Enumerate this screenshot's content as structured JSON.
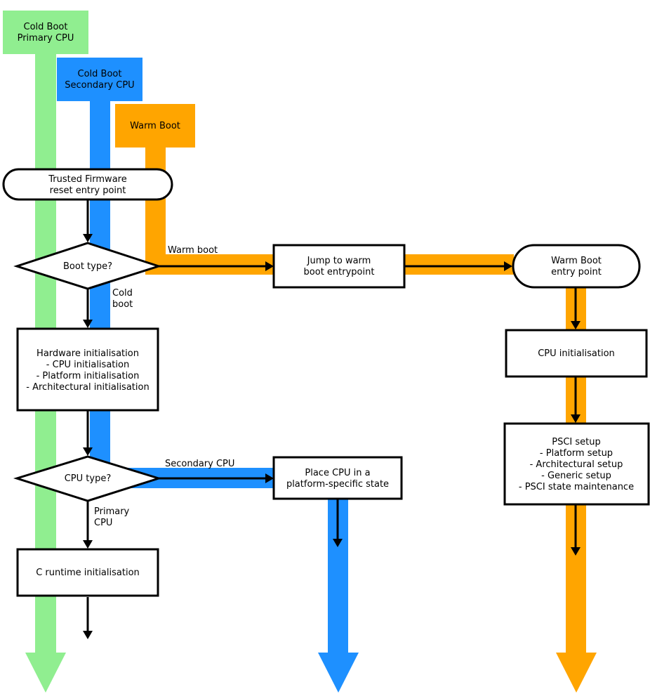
{
  "colors": {
    "primary_cpu": "#90ee90",
    "secondary_cpu": "#1e90ff",
    "warm_boot": "#ffa500",
    "stroke": "#000000",
    "fill": "#ffffff"
  },
  "lanes": {
    "cold_primary": {
      "line1": "Cold Boot",
      "line2": "Primary CPU"
    },
    "cold_secondary": {
      "line1": "Cold Boot",
      "line2": "Secondary CPU"
    },
    "warm": {
      "line1": "Warm Boot"
    }
  },
  "nodes": {
    "reset_entry": {
      "line1": "Trusted Firmware",
      "line2": "reset entry point"
    },
    "boot_type": {
      "label": "Boot type?"
    },
    "jump_warm": {
      "line1": "Jump to warm",
      "line2": "boot entrypoint"
    },
    "warm_entry": {
      "line1": "Warm Boot",
      "line2": "entry point"
    },
    "hw_init": {
      "line1": "Hardware initialisation",
      "line2": "- CPU initialisation",
      "line3": "- Platform initialisation",
      "line4": "- Architectural initialisation"
    },
    "cpu_init": {
      "label": "CPU initialisation"
    },
    "psci_setup": {
      "line1": "PSCI setup",
      "line2": "- Platform setup",
      "line3": "- Architectural setup",
      "line4": "- Generic setup",
      "line5": "- PSCI state maintenance"
    },
    "cpu_type": {
      "label": "CPU type?"
    },
    "place_cpu": {
      "line1": "Place CPU in a",
      "line2": "platform-specific state"
    },
    "c_runtime": {
      "label": "C runtime initialisation"
    }
  },
  "edge_labels": {
    "warm_boot": "Warm boot",
    "cold_boot_1": "Cold",
    "cold_boot_2": "boot",
    "secondary_cpu": "Secondary CPU",
    "primary_cpu_1": "Primary",
    "primary_cpu_2": "CPU"
  }
}
